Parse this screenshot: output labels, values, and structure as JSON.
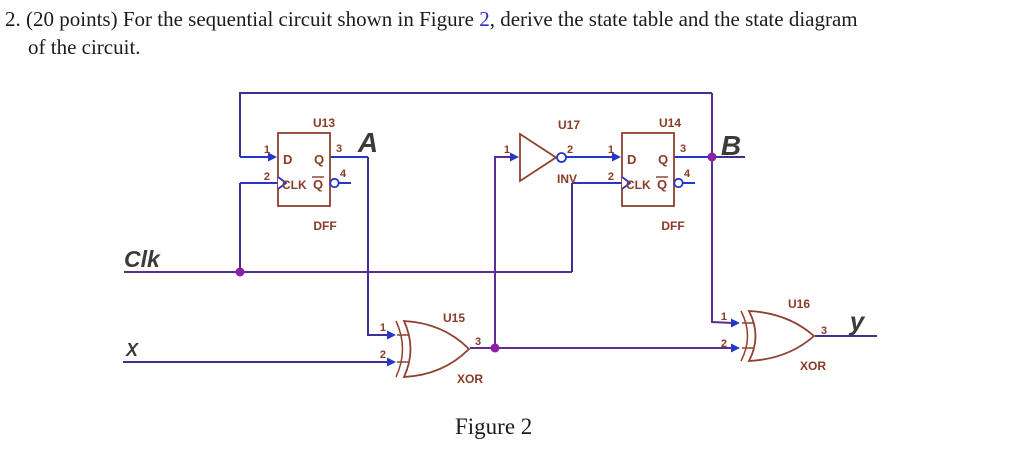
{
  "header": {
    "line1": {
      "pre": "2. (20 points) For the sequential circuit shown in Figure",
      "link": "2",
      "post": ", derive the state table and the state diagram"
    },
    "line2": "of the circuit."
  },
  "caption": "Figure 2",
  "labels": {
    "a": "A",
    "b": "B",
    "clk": "Clk",
    "x": "X",
    "y": "y"
  },
  "components": {
    "u13": {
      "ref": "U13",
      "type": "DFF",
      "d": "D",
      "q": "Q",
      "clk": "CLK",
      "qbar": "Q",
      "pins": {
        "p1": "1",
        "p2": "2",
        "p3": "3",
        "p4": "4"
      }
    },
    "u14": {
      "ref": "U14",
      "type": "DFF",
      "d": "D",
      "q": "Q",
      "clk": "CLK",
      "qbar": "Q",
      "pins": {
        "p1": "1",
        "p2": "2",
        "p3": "3",
        "p4": "4"
      }
    },
    "u17": {
      "ref": "U17",
      "type": "INV",
      "pins": {
        "p1": "1",
        "p2": "2"
      }
    },
    "u15": {
      "ref": "U15",
      "type": "XOR",
      "pins": {
        "p1": "1",
        "p2": "2",
        "p3": "3"
      }
    },
    "u16": {
      "ref": "U16",
      "type": "XOR",
      "pins": {
        "p1": "1",
        "p2": "2",
        "p3": "3"
      }
    }
  },
  "colors": {
    "wire_indigo": "#3d2f96",
    "wire_purple": "#5e2d91",
    "pin_blue": "#2636c8",
    "component_brown": "#8f402e",
    "junction_magenta": "#8b1fa8",
    "net_label_gray": "#3b3b3b",
    "link_blue": "#2b2bd0",
    "text_black": "#1c1c1c"
  }
}
